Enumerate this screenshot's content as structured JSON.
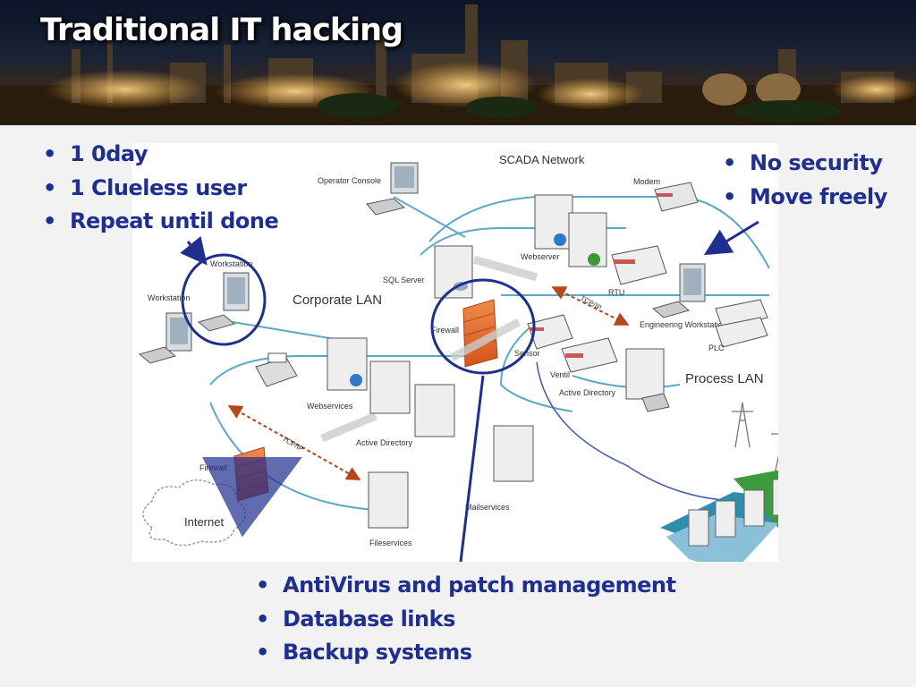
{
  "slide": {
    "title": "Traditional IT hacking"
  },
  "bullets_top_left": [
    "1 0day",
    "1 Clueless user",
    "Repeat until done"
  ],
  "bullets_top_right": [
    "No security",
    "Move freely"
  ],
  "bullets_bottom": [
    "AntiVirus and patch management",
    "Database links",
    "Backup systems"
  ],
  "diagram": {
    "network_labels": {
      "scada_network": "SCADA Network",
      "corporate_lan": "Corporate LAN",
      "process_lan": "Process LAN",
      "internet": "Internet"
    },
    "node_labels": {
      "operator_console": "Operator Console",
      "modem": "Modem",
      "webserver": "Webserver",
      "sql_server": "SQL Server",
      "rtu": "RTU",
      "workstation_top": "Workstation",
      "workstation_left": "Workstation",
      "firewall_inner": "Firewall",
      "sensor": "Sensor",
      "engineering_workstation": "Engineering Workstation",
      "plc": "PLC",
      "ventil": "Ventil",
      "active_directory_scada": "Active Directory",
      "webservices": "Webservices",
      "active_directory_corp": "Active Directory",
      "firewall_outer": "Firewall",
      "mailservices": "Mailservices",
      "fileservices": "Fileservices"
    },
    "protocol_labels": [
      "TCP/IP",
      "TCP/IP"
    ],
    "colors": {
      "highlight_ring": "#1f2f8f",
      "network_line": "#5aa9c8",
      "firewall": "#e8662b",
      "protocol_arrow": "#b5461d",
      "bullet_text": "#1f2f8f"
    }
  }
}
